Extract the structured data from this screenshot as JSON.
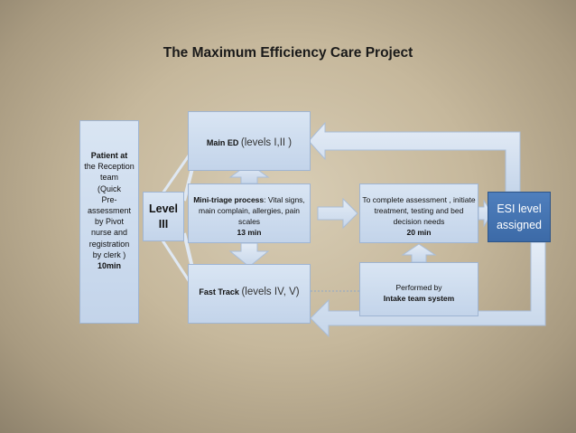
{
  "title": "The  Maximum Efficiency  Care Project",
  "patient": {
    "lines": [
      "Patient at",
      "the Reception",
      "team",
      "(Quick",
      "Pre-",
      "assessment",
      "by Pivot",
      "nurse and",
      "registration",
      "by clerk )"
    ],
    "time": "10min"
  },
  "level": {
    "line1": "Level",
    "line2": "III"
  },
  "main_ed": {
    "label": "Main ED",
    "levels": "(levels I,II )"
  },
  "mini_triage": {
    "label": "Mini-triage process",
    "detail": ": Vital signs, main complain, allergies, pain scales",
    "time": "13 min"
  },
  "fast_track": {
    "label": "Fast Track",
    "levels": "(levels IV, V)"
  },
  "assessment": {
    "text": "To complete assessment , initiate treatment, testing and bed decision needs",
    "time": "20 min"
  },
  "performed": {
    "line1": "Performed  by",
    "line2": "Intake team system"
  },
  "esi": {
    "line1": "ESI level",
    "line2": "assigned"
  }
}
